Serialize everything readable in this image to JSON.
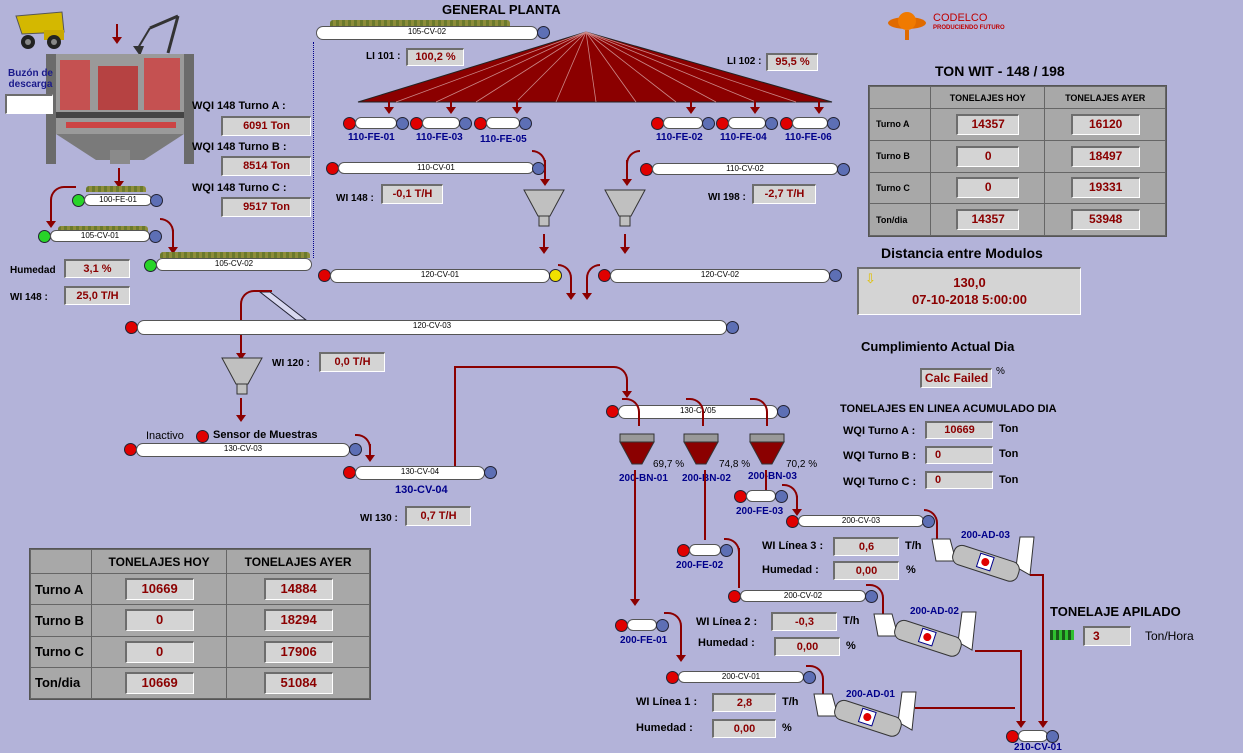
{
  "title": "GENERAL PLANTA",
  "brand": {
    "name": "CODELCO",
    "tagline": "PRODUCIENDO FUTURO"
  },
  "buzon": {
    "label": "Buzón de descarga",
    "value": ""
  },
  "wqi_turnos": [
    {
      "label": "WQI 148 Turno A :",
      "value": "6091 Ton"
    },
    {
      "label": "WQI 148 Turno B :",
      "value": "8514 Ton"
    },
    {
      "label": "WQI 148 Turno C :",
      "value": "9517 Ton"
    }
  ],
  "humedad": {
    "label": "Humedad",
    "value": "3,1 %"
  },
  "wi148_left": {
    "label": "WI 148 :",
    "value": "25,0 T/H"
  },
  "li101": {
    "label": "LI 101 :",
    "value": "100,2 %"
  },
  "li102": {
    "label": "LI 102 :",
    "value": "95,5 %"
  },
  "wi148": {
    "label": "WI 148 :",
    "value": "-0,1 T/H"
  },
  "wi198": {
    "label": "WI 198 :",
    "value": "-2,7 T/H"
  },
  "wi120": {
    "label": "WI 120 :",
    "value": "0,0 T/H"
  },
  "wi130": {
    "label": "WI 130 :",
    "value": "0,7 T/H"
  },
  "sensor": {
    "status": "Inactivo",
    "label": "Sensor de Muestras"
  },
  "conveyors": {
    "cv105_02_top": "105-CV-02",
    "fe100_01": "100-FE-01",
    "cv105_01": "105-CV-01",
    "cv105_02": "105-CV-02",
    "cv110_01": "110-CV-01",
    "cv110_02": "110-CV-02",
    "cv120_01": "120-CV-01",
    "cv120_02": "120-CV-02",
    "cv120_03": "120-CV-03",
    "cv130_03": "130-CV-03",
    "cv130_04": "130-CV-04",
    "cv130_04_lbl": "130-CV-04",
    "cv130_05": "130-CV05",
    "cv200_03": "200-CV-03",
    "cv200_02": "200-CV-02",
    "cv200_01": "200-CV-01",
    "cv210_01": "210-CV-01"
  },
  "feeders_top": [
    "110-FE-01",
    "110-FE-03",
    "110-FE-05",
    "110-FE-02",
    "110-FE-04",
    "110-FE-06"
  ],
  "bins": [
    {
      "name": "200-BN-01",
      "pct": "69,7 %"
    },
    {
      "name": "200-BN-02",
      "pct": "74,8 %"
    },
    {
      "name": "200-BN-03",
      "pct": "70,2 %"
    }
  ],
  "feeders_200": [
    "200-FE-03",
    "200-FE-02",
    "200-FE-01"
  ],
  "agglomerators": [
    "200-AD-03",
    "200-AD-02",
    "200-AD-01"
  ],
  "lines": [
    {
      "label": "WI Línea 3 :",
      "value": "0,6",
      "unit": "T/h",
      "hum_label": "Humedad :",
      "hum_value": "0,00",
      "hum_unit": "%"
    },
    {
      "label": "WI Línea 2 :",
      "value": "-0,3",
      "unit": "T/h",
      "hum_label": "Humedad :",
      "hum_value": "0,00",
      "hum_unit": "%"
    },
    {
      "label": "WI Línea 1 :",
      "value": "2,8",
      "unit": "T/h",
      "hum_label": "Humedad :",
      "hum_value": "0,00",
      "hum_unit": "%"
    }
  ],
  "ton_wit": {
    "title": "TON WIT - 148 / 198",
    "headers": [
      "TONELAJES HOY",
      "TONELAJES AYER"
    ],
    "rows": [
      {
        "label": "Turno A",
        "hoy": "14357",
        "ayer": "16120"
      },
      {
        "label": "Turno B",
        "hoy": "0",
        "ayer": "18497"
      },
      {
        "label": "Turno C",
        "hoy": "0",
        "ayer": "19331"
      },
      {
        "label": "Ton/dia",
        "hoy": "14357",
        "ayer": "53948"
      }
    ]
  },
  "distancia": {
    "title": "Distancia entre Modulos",
    "value": "130,0",
    "datetime": "07-10-2018 5:00:00"
  },
  "cumplimiento": {
    "title": "Cumplimiento Actual Dia",
    "value": "Calc Failed",
    "unit": "%"
  },
  "acumulado": {
    "title": "TONELAJES EN LINEA ACUMULADO DIA",
    "rows": [
      {
        "label": "WQI Turno A :",
        "value": "10669",
        "unit": "Ton"
      },
      {
        "label": "WQI Turno B :",
        "value": "0",
        "unit": "Ton"
      },
      {
        "label": "WQI Turno C :",
        "value": "0",
        "unit": "Ton"
      }
    ]
  },
  "bottom_table": {
    "headers": [
      "TONELAJES HOY",
      "TONELAJES AYER"
    ],
    "rows": [
      {
        "label": "Turno A",
        "hoy": "10669",
        "ayer": "14884"
      },
      {
        "label": "Turno B",
        "hoy": "0",
        "ayer": "18294"
      },
      {
        "label": "Turno C",
        "hoy": "0",
        "ayer": "17906"
      },
      {
        "label": "Ton/dia",
        "hoy": "10669",
        "ayer": "51084"
      }
    ]
  },
  "apilado": {
    "title": "TONELAJE APILADO",
    "value": "3",
    "unit": "Ton/Hora"
  },
  "colors": {
    "background": "#b3b3d9",
    "value_text": "#8b0000",
    "flow": "#8b0000",
    "tag": "#00008b"
  }
}
